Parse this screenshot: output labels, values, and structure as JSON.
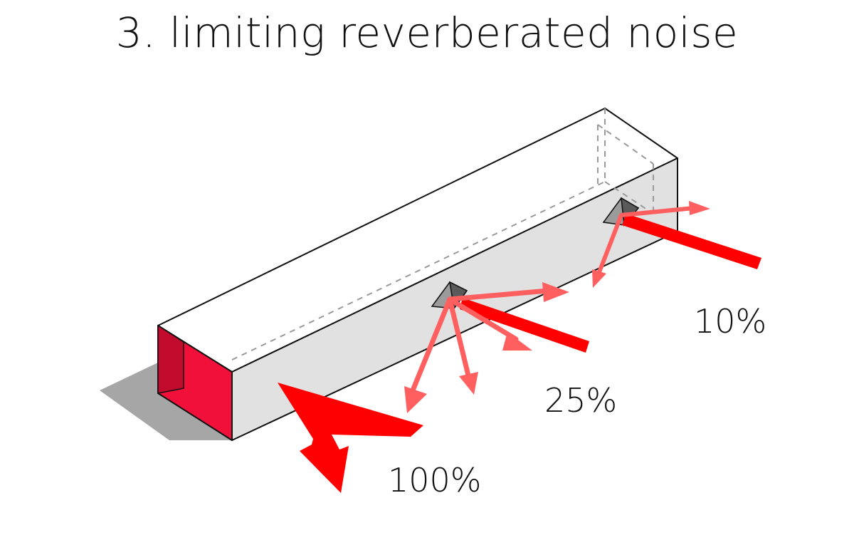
{
  "title": "3. limiting reverberated noise",
  "labels": {
    "level_100": "100%",
    "level_25": "25%",
    "level_10": "10%"
  },
  "colors": {
    "direct_arrow": "#ff0000",
    "reflected_arrow": "#ff5f5f",
    "shadow": "#a6a6a6",
    "box_side": "#e1e1e1",
    "box_top": "#ffffff",
    "end_face": "#f0103a",
    "end_face_dark": "#c20a2c",
    "outline": "#111111"
  }
}
